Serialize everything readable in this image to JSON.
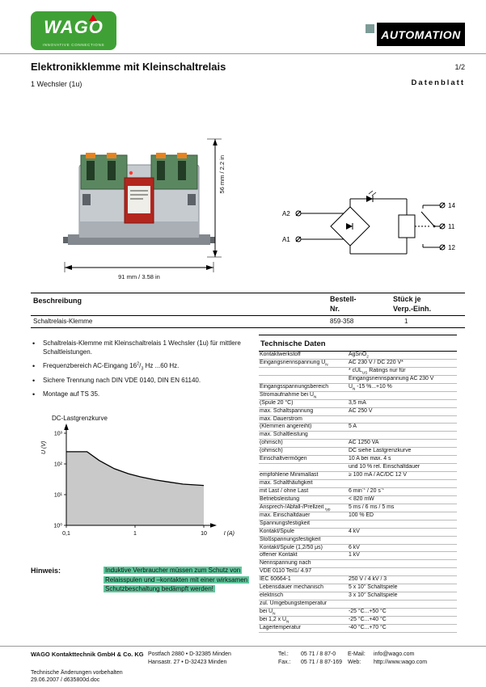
{
  "colors": {
    "brand_green": "#3fa135",
    "highlight_green": "#5fc79c",
    "banner_black": "#000000",
    "relay_red": "#b3261e"
  },
  "header": {
    "logo_text": "WAGO",
    "logo_tagline": "INNOVATIVE CONNECTIONS",
    "brand_box": "AUTOMATION",
    "title": "Elektronikklemme mit Kleinschaltrelais",
    "page": "1/2",
    "subtitle": "1 Wechsler (1u)",
    "doc_type": "Datenblatt"
  },
  "product": {
    "dim_height": "56 mm / 2.2 in",
    "dim_width": "91 mm / 3.58 in",
    "schematic_labels": {
      "a2": "A2",
      "a1": "A1",
      "t14": "14",
      "t11": "11",
      "t12": "12"
    }
  },
  "order_table": {
    "col1": "Beschreibung",
    "col2_line1": "Bestell-",
    "col2_line2": "Nr.",
    "col3_line1": "Stück je",
    "col3_line2": "Verp.-Einh.",
    "rows": [
      {
        "description": "Schaltrelais-Klemme",
        "order_no": "859-358",
        "qty": "1"
      }
    ]
  },
  "features": [
    "Schaltrelais-Klemme mit Kleinschaltrelais 1 Wechsler (1u) für mittlere Schaltleistungen.",
    "Frequenzbereich AC-Eingang 16<sup>2</sup>/<sub>3</sub> Hz ...60 Hz.",
    "Sichere Trennung nach DIN VDE 0140, DIN EN 61140.",
    "Montage auf TS 35."
  ],
  "chart_data": {
    "type": "line",
    "title": "DC-Lastgrenzkurve",
    "xlabel": "I (A)",
    "ylabel": "U (V)",
    "x_scale": "log",
    "y_scale": "log",
    "xlim": [
      0.1,
      10
    ],
    "ylim": [
      1,
      1000
    ],
    "grid": false,
    "x_ticks": [
      {
        "v": 0.1,
        "label": "0,1"
      },
      {
        "v": 1,
        "label": "1"
      },
      {
        "v": 10,
        "label": "10"
      }
    ],
    "y_ticks": [
      {
        "v": 1,
        "label": "10⁰"
      },
      {
        "v": 10,
        "label": "10¹"
      },
      {
        "v": 100,
        "label": "10²"
      },
      {
        "v": 1000,
        "label": "10³"
      }
    ],
    "series": [
      {
        "name": "DC-Lastgrenzkurve",
        "points": [
          [
            0.1,
            250
          ],
          [
            0.2,
            250
          ],
          [
            0.3,
            130
          ],
          [
            0.5,
            70
          ],
          [
            0.8,
            48
          ],
          [
            1.2,
            38
          ],
          [
            2,
            30
          ],
          [
            3,
            26
          ],
          [
            5,
            22
          ],
          [
            10,
            20
          ]
        ]
      }
    ],
    "fill_color": "#c9c9c9"
  },
  "hinweis": {
    "label": "Hinweis:",
    "text": "Induktive Verbraucher müssen zum Schutz von Relaisspulen und –kontakten mit einer wirksamen Schutzbeschaltung bedämpft werden!"
  },
  "tech": {
    "title": "Technische Daten",
    "rows": [
      {
        "label": "Kontaktwerkstoff",
        "value": "AgSnO<sub>2</sub>"
      },
      {
        "label": "Eingangsnennspannung U<sub>N</sub>",
        "value": "AC 230 V / DC 220 V*"
      },
      {
        "label": "",
        "value": "* cUL<sub>US</sub> Ratings nur für"
      },
      {
        "label": "",
        "value": "Eingangsnennspannung AC 230 V"
      },
      {
        "label": "Eingangsspannungsbereich",
        "value": "U<sub>N</sub> -15 %...+10 %"
      },
      {
        "label": "Stromaufnahme bei U<sub>N</sub>",
        "value": ""
      },
      {
        "label": "(Spule 20 °C)",
        "value": "3,5 mA"
      },
      {
        "label": "max. Schaltspannung",
        "value": "AC 250 V"
      },
      {
        "label": "max. Dauerstrom",
        "value": ""
      },
      {
        "label": "(Klemmen angereiht)",
        "value": "5 A"
      },
      {
        "label": "max. Schaltleistung",
        "value": ""
      },
      {
        "label": "(ohmsch)",
        "value": "AC 1250 VA"
      },
      {
        "label": "(ohmsch)",
        "value": "DC siehe Lastgrenzkurve"
      },
      {
        "label": "Einschaltvermögen",
        "value": "10 A bei max. 4 s"
      },
      {
        "label": "",
        "value": "und 10 % rel. Einschaltdauer"
      },
      {
        "label": "empfohlene Minimallast",
        "value": "≥ 100 mA / AC/DC 12 V"
      },
      {
        "label": "max. Schalthäufigkeit",
        "value": ""
      },
      {
        "label": "mit Last / ohne Last",
        "value": "6 min<sup>-1</sup> / 20 s<sup>-1</sup>"
      },
      {
        "label": "Betriebsleistung",
        "value": "&lt; 820 mW"
      },
      {
        "label": "Ansprech-/Abfall-/Prellzeit <sub>typ</sub>",
        "value": "5 ms / 6 ms / 5 ms"
      },
      {
        "label": "max. Einschaltdauer",
        "value": "100 % ED"
      },
      {
        "label": "Spannungsfestigkeit",
        "value": ""
      },
      {
        "label": "Kontakt/Spule",
        "value": "4 kV"
      },
      {
        "label": "Stoßspannungsfestigkeit",
        "value": ""
      },
      {
        "label": "Kontakt/Spule (1,2/50 μs)",
        "value": "6 kV"
      },
      {
        "label": "offener Kontakt",
        "value": "1 kV"
      },
      {
        "label": "Nennspannung nach",
        "value": ""
      },
      {
        "label": "VDE 0110 Teil1/ 4.97",
        "value": ""
      },
      {
        "label": "IEC 60664-1",
        "value": "250 V / 4 kV / 3"
      },
      {
        "label": "Lebensdauer mechanisch",
        "value": "5 x 10<sup>6</sup> Schaltspiele"
      },
      {
        "label": "elektrisch",
        "value": "3 x 10<sup>5</sup> Schaltspiele"
      },
      {
        "label": "zul. Umgebungstemperatur",
        "value": ""
      },
      {
        "label": "bei U<sub>N</sub>",
        "value": "-25 °C...+50 °C"
      },
      {
        "label": "bei 1,2 x U<sub>N</sub>",
        "value": "-25 °C...+40 °C"
      },
      {
        "label": "Lagertemperatur",
        "value": "-40 °C...+70 °C"
      }
    ]
  },
  "footer": {
    "company": "WAGO Kontakttechnik GmbH & Co. KG",
    "address1": "Postfach 2880 • D-32385 Minden",
    "address2": "Hansastr. 27 • D-32423 Minden",
    "tel_label": "Tel.:",
    "tel": "05 71 / 8 87-0",
    "fax_label": "Fax.:",
    "fax": "05 71 / 8 87-169",
    "email_label": "E-Mail:",
    "email": "info@wago.com",
    "web_label": "Web:",
    "web": "http://www.wago.com",
    "note1": "Technische Änderungen vorbehalten",
    "note2": "29.06.2007 / d635800d.doc"
  }
}
